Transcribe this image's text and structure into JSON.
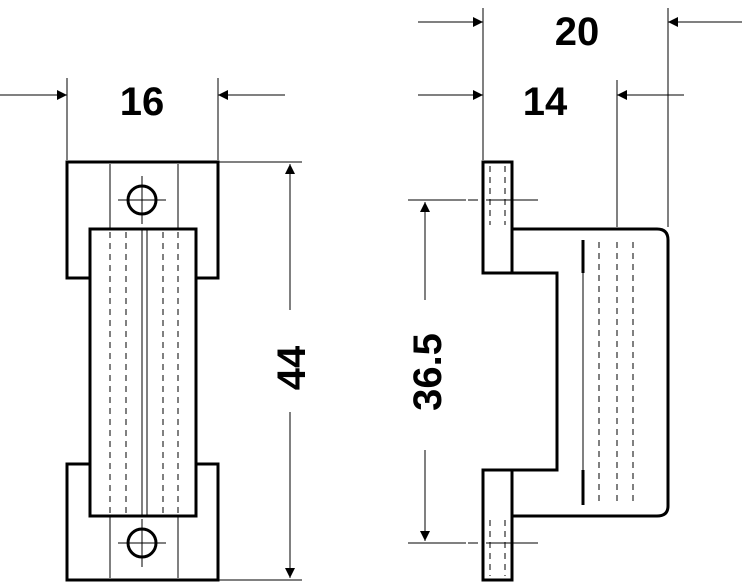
{
  "dimensions": {
    "front_width": "16",
    "front_height": "44",
    "side_total_depth": "20",
    "side_body_depth": "14",
    "side_hole_spacing": "36.5"
  },
  "colors": {
    "line": "#000000",
    "background": "#ffffff"
  }
}
